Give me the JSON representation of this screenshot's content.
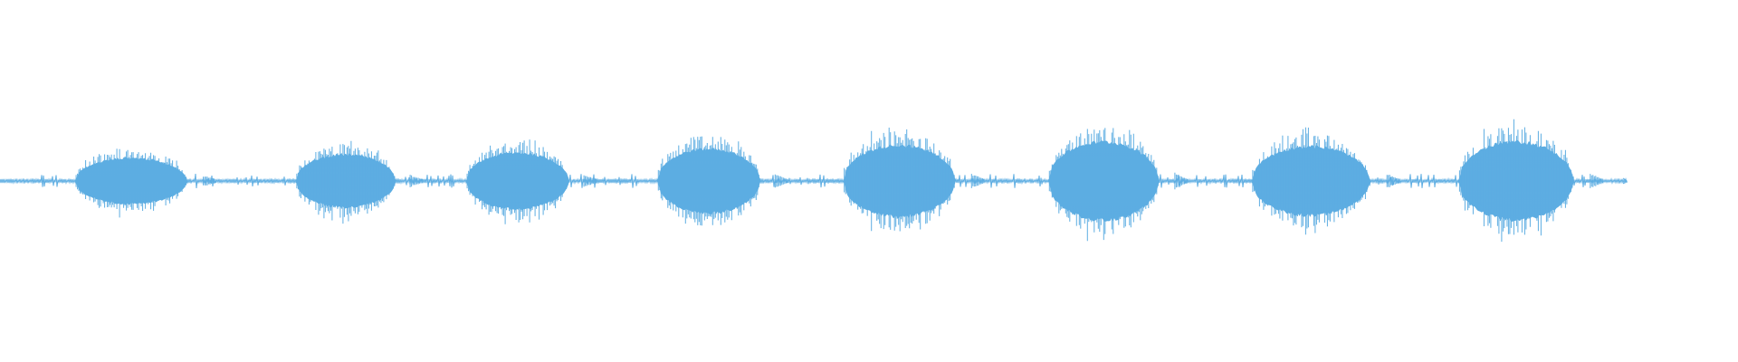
{
  "waveform": {
    "color": "#5dade2",
    "background": "#ffffff",
    "baseline_level": 0.012,
    "noise_level": 0.018,
    "bursts": [
      {
        "start": 0.043,
        "end": 0.117,
        "level": 0.4
      },
      {
        "start": 0.17,
        "end": 0.236,
        "level": 0.46
      },
      {
        "start": 0.268,
        "end": 0.336,
        "level": 0.49
      },
      {
        "start": 0.378,
        "end": 0.446,
        "level": 0.56
      },
      {
        "start": 0.485,
        "end": 0.559,
        "level": 0.62
      },
      {
        "start": 0.603,
        "end": 0.676,
        "level": 0.68
      },
      {
        "start": 0.72,
        "end": 0.798,
        "level": 0.6
      },
      {
        "start": 0.839,
        "end": 0.915,
        "level": 0.68
      }
    ],
    "end": 0.936
  }
}
